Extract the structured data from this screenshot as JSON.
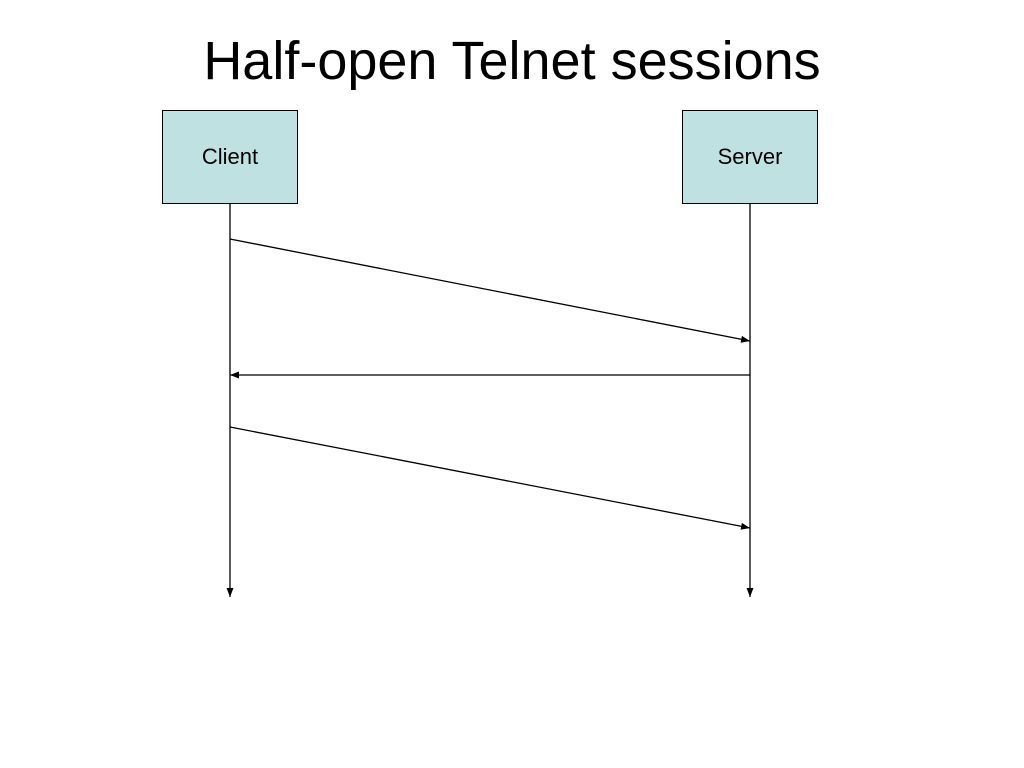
{
  "slide": {
    "title": "Half-open Telnet sessions"
  },
  "participants": [
    {
      "id": "client",
      "label": "Client"
    },
    {
      "id": "server",
      "label": "Server"
    }
  ],
  "messages": [
    {
      "from": "client",
      "to": "server"
    },
    {
      "from": "server",
      "to": "client"
    },
    {
      "from": "client",
      "to": "server"
    }
  ],
  "colors": {
    "box_fill": "#bfe1e2",
    "line": "#000000",
    "background": "#ffffff"
  }
}
